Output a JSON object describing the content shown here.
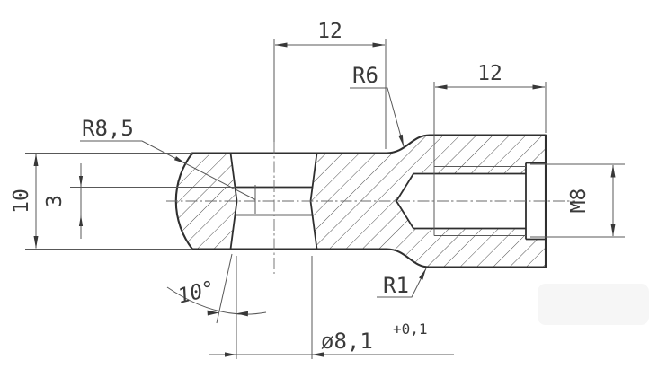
{
  "dimensions": {
    "hole_center_to_neck": "12",
    "thread_length": "12",
    "outer_diameter": "10",
    "slot_width": "3",
    "thread_designation": "M8",
    "taper_hole_diameter": "ø8,1",
    "taper_hole_tolerance": "+0,1",
    "taper_angle": "10°"
  },
  "radii": {
    "spherical_end": "R8,5",
    "neck_fillet_top": "R6",
    "neck_fillet_bottom": "R1"
  },
  "colors": {
    "background": "#ffffff",
    "outline": "#2f2f2f",
    "thin_line": "#585858",
    "hatch": "#3c3c3c",
    "text": "#3a3a3a"
  }
}
